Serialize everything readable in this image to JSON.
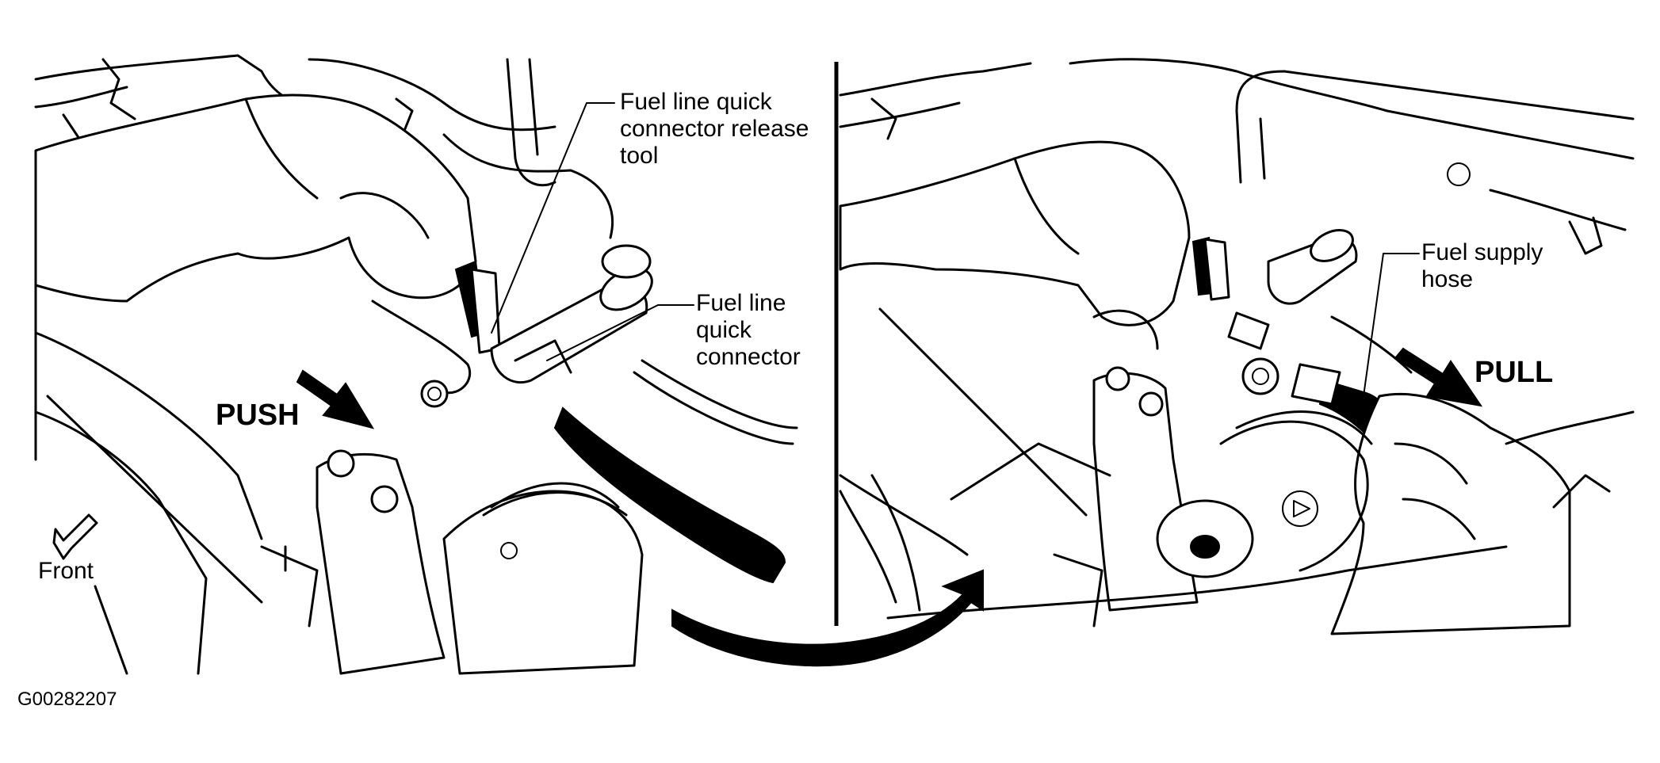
{
  "figure": {
    "id_label": "G00282207",
    "left_panel": {
      "callouts": {
        "release_tool": [
          "Fuel line quick",
          "connector release",
          "tool"
        ],
        "quick_connector": [
          "Fuel line",
          "quick",
          "connector"
        ]
      },
      "action": "PUSH",
      "direction": "Front"
    },
    "right_panel": {
      "callouts": {
        "supply_hose": [
          "Fuel supply",
          "hose"
        ]
      },
      "action": "PULL"
    },
    "colors": {
      "ink": "#000000",
      "paper": "#ffffff"
    }
  }
}
